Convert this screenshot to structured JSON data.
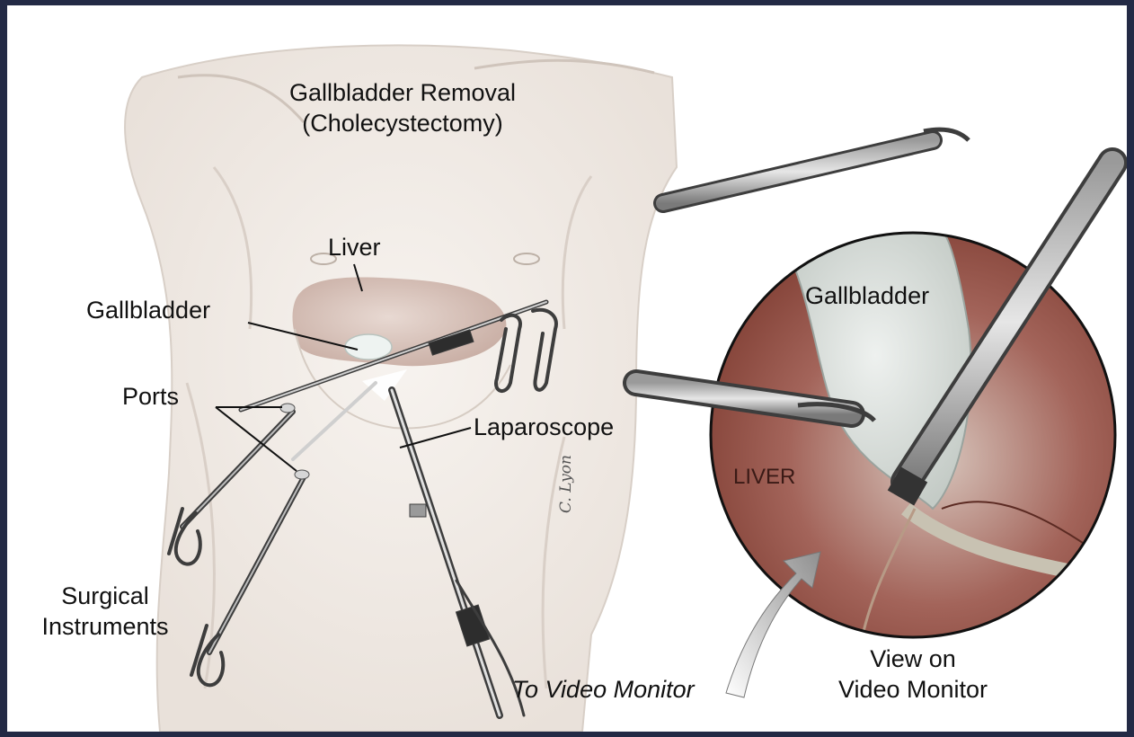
{
  "title": {
    "line1": "Gallbladder Removal",
    "line2": "(Cholecystectomy)"
  },
  "labels": {
    "liver": "Liver",
    "gallbladder": "Gallbladder",
    "ports": "Ports",
    "laparoscope": "Laparoscope",
    "surgical_line1": "Surgical",
    "surgical_line2": "Instruments",
    "to_video_monitor": "To Video Monitor"
  },
  "inset": {
    "gallbladder": "Gallbladder",
    "liver": "LIVER",
    "caption_line1": "View on",
    "caption_line2": "Video Monitor"
  },
  "signature": "C. Lyon",
  "colors": {
    "frame": "#232a45",
    "skin": "#f1ece7",
    "liver_region": "#c9b0a6",
    "liver_inset": "#8a4a3e",
    "instrument": "#4a4a4a"
  }
}
